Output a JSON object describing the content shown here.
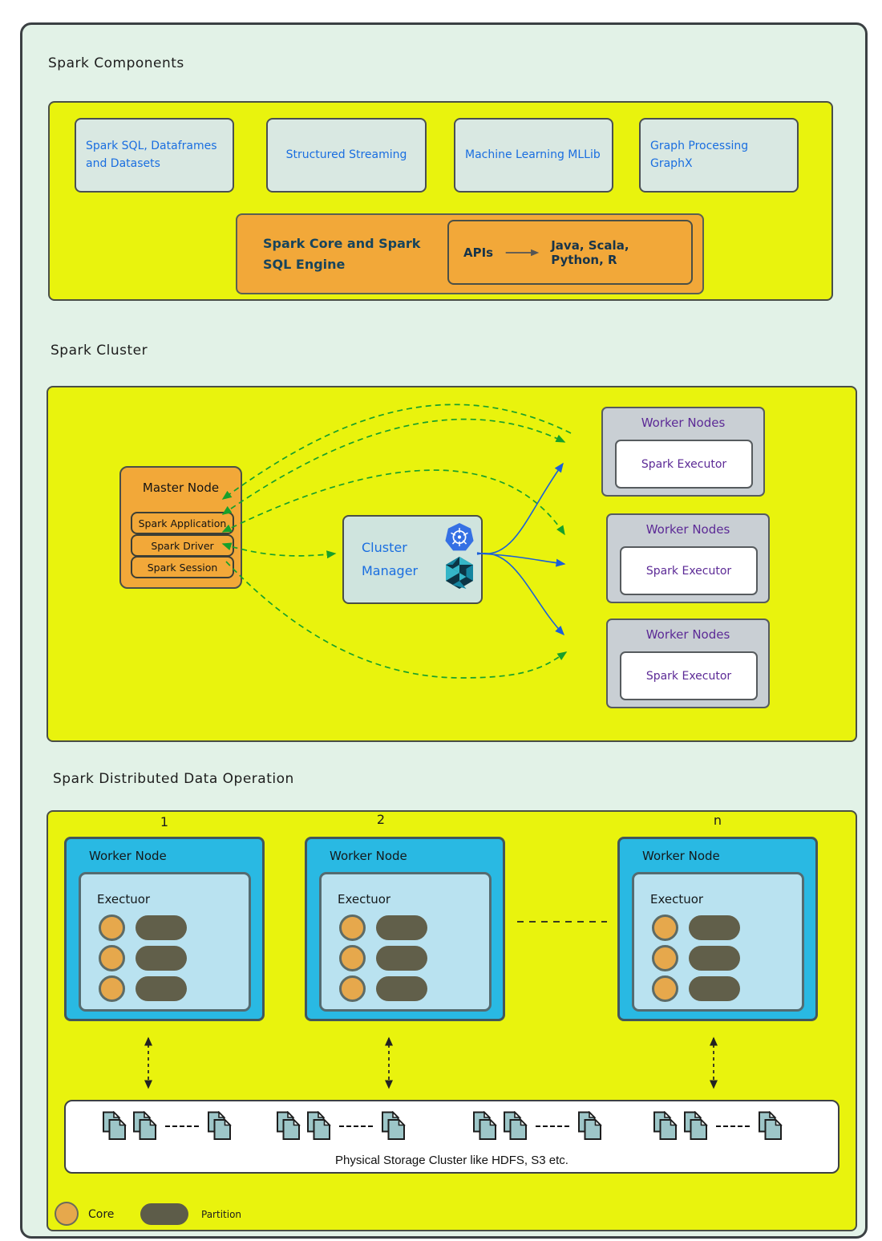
{
  "colors": {
    "background_mint": "#e2f2e7",
    "panel_yellow": "#e9f30d",
    "component_box": "#d9e8e2",
    "component_text_blue": "#1a6ee0",
    "orange": "#f2a839",
    "core_engine_text": "#17445c",
    "worker_gray": "#c9cfd4",
    "worker_purple_text": "#5c2a96",
    "cyan_node": "#29b9e3",
    "cyan_inner": "#b9e2f0",
    "core_circle": "#e6a84c",
    "partition_pill": "#5d5c49",
    "green_arrow": "#17a02b",
    "blue_arrow": "#1b5fd8",
    "kubernetes_blue": "#3570e4",
    "mesos_teal": "#35b6c8"
  },
  "icons": {
    "kubernetes": "kubernetes-logo",
    "mesos": "mesos-logo",
    "files": "file-copy-icon"
  },
  "components": {
    "title": "Spark Components",
    "boxes": [
      "Spark SQL, Dataframes and Datasets",
      "Structured Streaming",
      "Machine Learning MLLib",
      "Graph Processing GraphX"
    ],
    "core": {
      "label": "Spark Core and Spark SQL Engine",
      "apis_label": "APIs",
      "languages": "Java, Scala, Python, R"
    }
  },
  "cluster": {
    "title": "Spark Cluster",
    "master": {
      "title": "Master Node",
      "items": [
        "Spark Application",
        "Spark Driver",
        "Spark Session"
      ]
    },
    "manager": {
      "label": "Cluster Manager"
    },
    "workers": [
      {
        "title": "Worker Nodes",
        "executor": "Spark Executor"
      },
      {
        "title": "Worker Nodes",
        "executor": "Spark Executor"
      },
      {
        "title": "Worker Nodes",
        "executor": "Spark Executor"
      }
    ]
  },
  "distributed": {
    "title": "Spark Distributed Data Operation",
    "node_indices": [
      "1",
      "2",
      "n"
    ],
    "nodes": [
      {
        "title": "Worker Node",
        "executor": "Exectuor"
      },
      {
        "title": "Worker Node",
        "executor": "Exectuor"
      },
      {
        "title": "Worker Node",
        "executor": "Exectuor"
      }
    ],
    "storage_label": "Physical Storage Cluster  like HDFS, S3 etc.",
    "legend": {
      "core": "Core",
      "partition": "Partition"
    }
  }
}
